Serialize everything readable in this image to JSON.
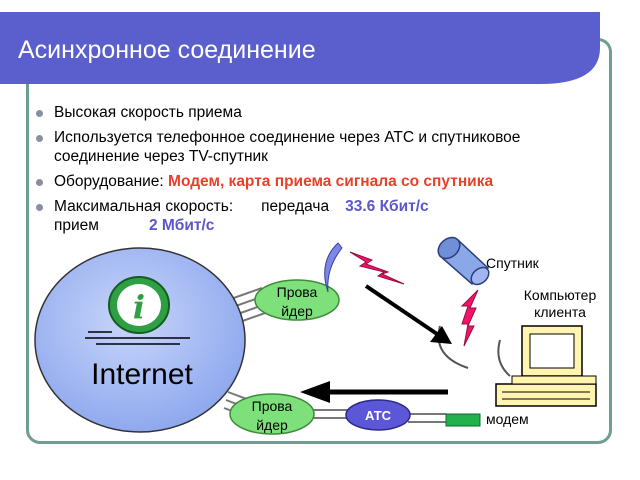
{
  "title": "Асинхронное соединение",
  "bullets": {
    "b1": "Высокая скорость приема",
    "b2": "Используется телефонное соединение через АТС и спутниковое соединение через TV-спутник",
    "b3_prefix": "Оборудование: ",
    "b3_highlight": "Модем, карта приема сигнала со спутника",
    "b4_prefix": "Максимальная скорость:",
    "b4_send_label": "передача",
    "b4_send_value": "33.6 Кбит/с",
    "b4_recv_label": "прием",
    "b4_recv_value": "2 Мбит/с"
  },
  "diagram": {
    "internet_label": "Internet",
    "info_glyph": "i",
    "provider_top": [
      "Прова",
      "йдер"
    ],
    "provider_bottom": [
      "Прова",
      "йдер"
    ],
    "ats_label": "АТС",
    "satellite_label": "Спутник",
    "computer_label": [
      "Компьютер",
      "клиента"
    ],
    "modem_label": "модем"
  },
  "colors": {
    "title_bg": "#5b5fce",
    "frame_border": "#6f9d92",
    "internet_fill": "#9fb6f0",
    "provider_fill": "#7de07a",
    "ats_fill": "#5b57d6",
    "modem_fill": "#22b14c",
    "lightning": "#f0156a",
    "dish_fill": "#7b86e6",
    "highlight_red": "#e8402a",
    "highlight_blue": "#5a57c9"
  }
}
